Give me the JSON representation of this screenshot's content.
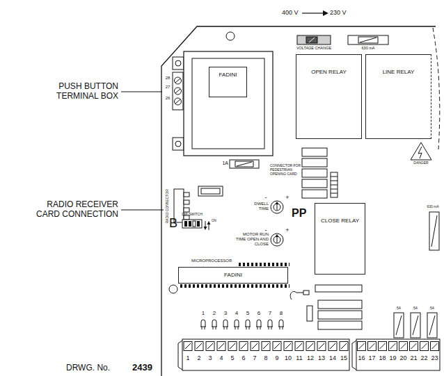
{
  "diagram": {
    "nodes": [
      {
        "text": [
          "FADINI"
        ]
      },
      {
        "text": [
          "OPEN RELAY"
        ]
      },
      {
        "text": [
          "LINE RELAY"
        ]
      },
      {
        "text": [
          "CLOSE RELAY"
        ]
      },
      {
        "text": [
          "MICROPROCESSOR",
          "FADINI"
        ]
      }
    ],
    "labels": [
      "400 V",
      "230 V",
      "VOLTAGE CHANGE",
      "630 mA",
      "PUSH BUTTON TERMINAL BOX",
      "28",
      "27",
      "26",
      "1A",
      "RADIO RECEIVER CARD CONNECTION",
      "RADIO CONNECTOR",
      "DWELL TIME",
      "-",
      "+",
      "CONNECTOR FOR PEDESTRIAN OPENING CARD",
      "PP",
      "DANGER",
      "B",
      "DIP-SWITCH",
      "ON",
      "MOTOR RUN TIME OPEN AND CLOSE",
      "-",
      "+",
      "630 mA",
      "1",
      "2",
      "3",
      "4",
      "5",
      "6",
      "7",
      "8",
      "5A",
      "5A",
      "5A",
      "1",
      "2",
      "3",
      "4",
      "5",
      "6",
      "7",
      "8",
      "9",
      "10",
      "11",
      "12",
      "13",
      "14",
      "15",
      "16",
      "17",
      "18",
      "19",
      "20",
      "21",
      "22",
      "23",
      "DRWG. No.",
      "2439"
    ]
  }
}
